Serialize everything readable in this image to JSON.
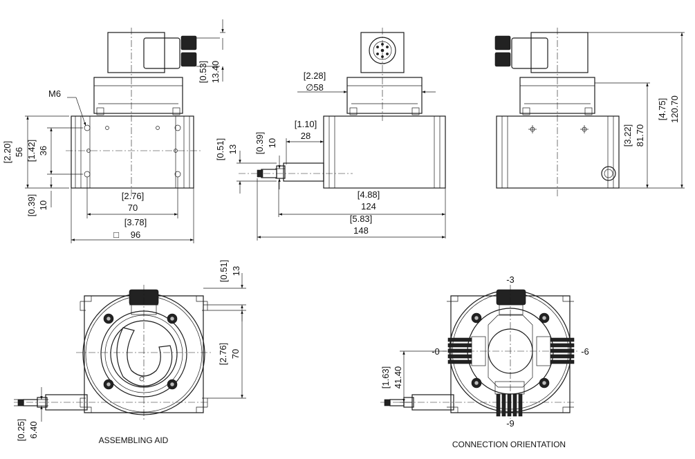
{
  "captions": {
    "assembling_aid": "ASSEMBLING AID",
    "connection_orientation": "CONNECTION ORIENTATION"
  },
  "thread_label": "M6",
  "front_view": {
    "height_in": "[2.20]",
    "height_mm": "56",
    "hole_spacing_in": "[1.42]",
    "hole_spacing_mm": "36",
    "base_in": "[0.39]",
    "base_mm": "10",
    "connector_in": "[0.53]",
    "connector_mm": "13.40",
    "width_in": "[2.76]",
    "width_mm": "70",
    "overall_in": "[3.78]",
    "overall_mm": "96",
    "square_symbol": "□"
  },
  "side_view": {
    "shaft_in": "[0.51]",
    "shaft_mm": "13",
    "rod_in": "[0.39]",
    "rod_mm": "10",
    "offset_in": "[1.10]",
    "offset_mm": "28",
    "flange_in": "[2.28]",
    "flange_mm": "∅58",
    "body_in": "[4.88]",
    "body_mm": "124",
    "total_in": "[5.83]",
    "total_mm": "148"
  },
  "rear_view": {
    "height_in": "[3.22]",
    "height_mm": "81.70",
    "total_in": "[4.75]",
    "total_mm": "120.70"
  },
  "assembling_view": {
    "top_in": "[0.51]",
    "top_mm": "13",
    "width_in": "[2.76]",
    "width_mm": "70",
    "bottom_in": "[0.25]",
    "bottom_mm": "6.40"
  },
  "orientation_view": {
    "top": "-3",
    "left": "-0",
    "right": "-6",
    "bottom": "-9",
    "offset_in": "[1.63]",
    "offset_mm": "41.40"
  }
}
